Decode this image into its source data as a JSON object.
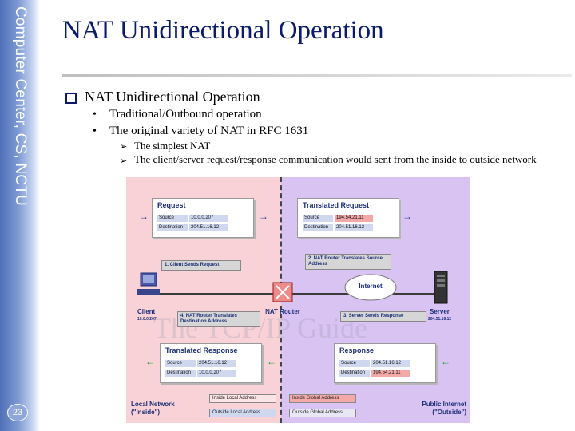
{
  "sidebar": {
    "text": "Computer Center, CS, NCTU",
    "page_number": "23"
  },
  "title": "NAT Unidirectional Operation",
  "content": {
    "heading": "NAT Unidirectional Operation",
    "bullets": [
      "Traditional/Outbound operation",
      "The original variety of NAT in RFC 1631"
    ],
    "sub_bullets": [
      "The simplest NAT",
      "The client/server request/response communication would sent from the inside to outside network"
    ]
  },
  "diagram": {
    "watermark": "The TCP/IP Guide",
    "request": {
      "title": "Request",
      "source_label": "Source",
      "source": "10.0.0.207",
      "dest_label": "Destination",
      "dest": "204.51.16.12"
    },
    "translated_request": {
      "title": "Translated Request",
      "source_label": "Source",
      "source": "194.54.21.11",
      "dest_label": "Destination",
      "dest": "204.51.16.12"
    },
    "translated_response": {
      "title": "Translated Response",
      "source_label": "Source",
      "source": "204.51.16.12",
      "dest_label": "Destination",
      "dest": "10.0.0.207"
    },
    "response": {
      "title": "Response",
      "source_label": "Source",
      "source": "204.51.16.12",
      "dest_label": "Destination",
      "dest": "194.54.21.11"
    },
    "steps": {
      "s1": "1. Client Sends Request",
      "s2": "2. NAT Router Translates Source Address",
      "s3": "3. Server Sends Response",
      "s4": "4. NAT Router Translates Destination Address"
    },
    "devices": {
      "client": "Client",
      "client_ip": "10.0.0.207",
      "nat": "NAT Router",
      "internet": "Internet",
      "server": "Server",
      "server_ip": "204.51.16.12"
    },
    "key": {
      "inside_local": "Inside Local Address",
      "inside_global": "Inside Global Address",
      "outside_local": "Outside Local Address",
      "outside_global": "Outside Global Address"
    },
    "zones": {
      "local": "Local Network",
      "local_sub": "(\"Inside\")",
      "public": "Public Internet",
      "public_sub": "(\"Outside\")"
    },
    "colors": {
      "inside": "#f8d2d6",
      "outside": "#d9c3f2",
      "request_arrow": "#263a9a",
      "response_arrow": "#17a33c"
    }
  }
}
